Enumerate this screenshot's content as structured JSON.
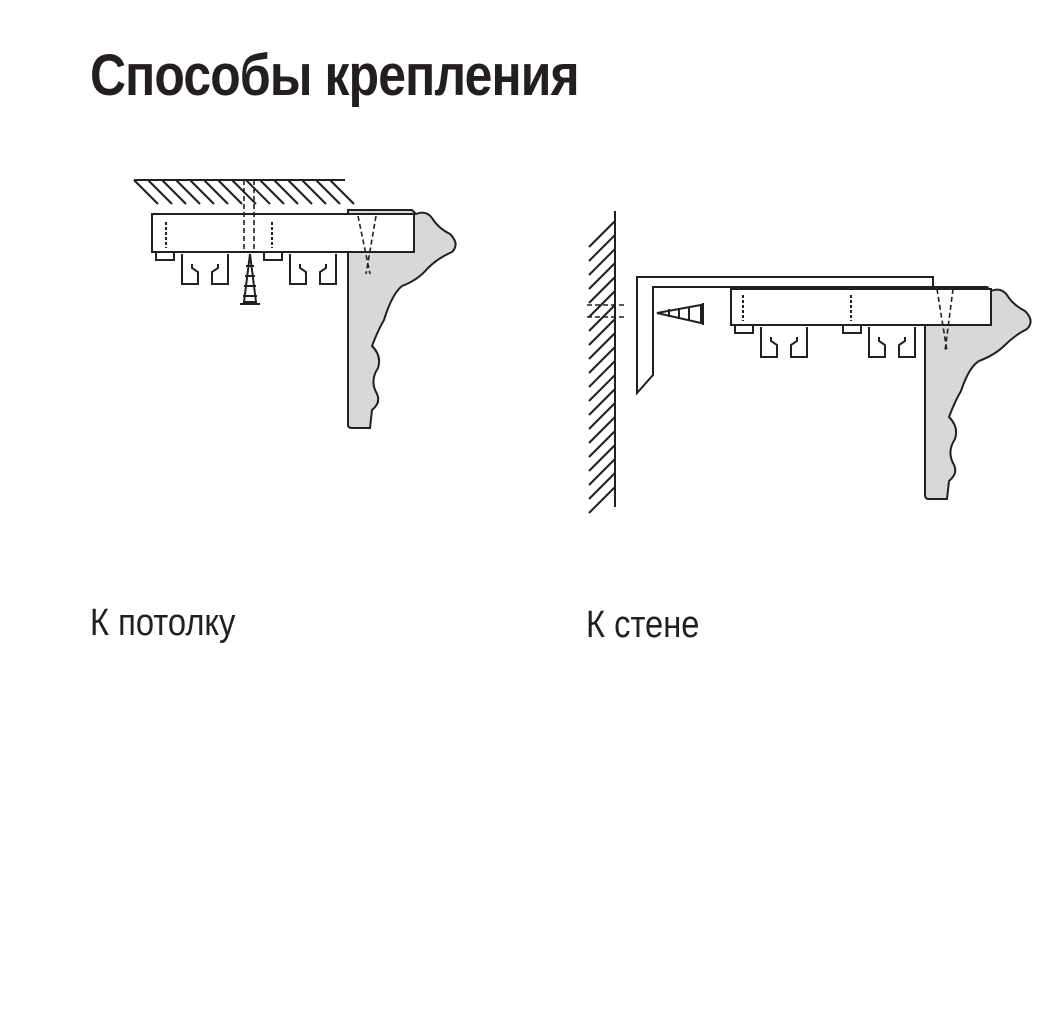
{
  "page": {
    "title": "Способы крепления"
  },
  "diagrams": [
    {
      "caption": "К потолку",
      "icon": "ceiling-mount-diagram"
    },
    {
      "caption": "К стене",
      "icon": "wall-mount-diagram"
    }
  ],
  "colors": {
    "ink": "#231f20",
    "molding_fill": "#d8d8d8",
    "background": "#ffffff"
  }
}
